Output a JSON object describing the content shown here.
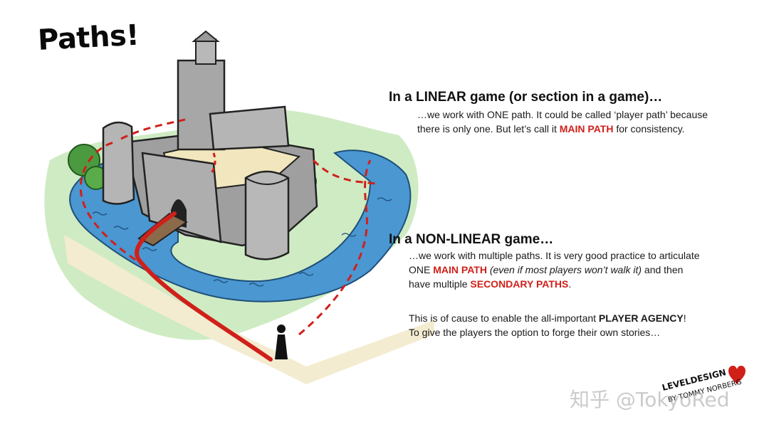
{
  "title": "Paths!",
  "linear": {
    "heading": "In a LINEAR game (or section in a game)…",
    "line1": "…we work with ONE path. It could be called ‘player path’ because",
    "line2_a": "there is only one. But let’s call it ",
    "line2_hl": "MAIN PATH",
    "line2_b": " for consistency."
  },
  "nonlinear": {
    "heading": "In a NON-LINEAR game…",
    "line1": "…we work with multiple paths. It is very good practice to articulate",
    "line2_a": "ONE ",
    "line2_hl": "MAIN PATH",
    "line2_em": " (even if most players won’t walk it)",
    "line2_b": " and then",
    "line3_a": "have multiple ",
    "line3_hl": "SECONDARY PATHS",
    "line3_b": "."
  },
  "agency": {
    "line1_a": "This is of cause to enable the all-important ",
    "line1_strong": "PLAYER AGENCY",
    "line1_b": "!",
    "line2": "To give the players the option to forge their own stories…"
  },
  "signature": {
    "line1": "LEVELDESIGN",
    "line2": "BY TOMMY NORBERG"
  },
  "watermark": "知乎 @TokyoRed",
  "colors": {
    "accent_red": "#d0201a",
    "water_blue": "#3f8fcf",
    "grass_green": "#bfe3b0",
    "stone_gray": "#a9a9a9"
  }
}
